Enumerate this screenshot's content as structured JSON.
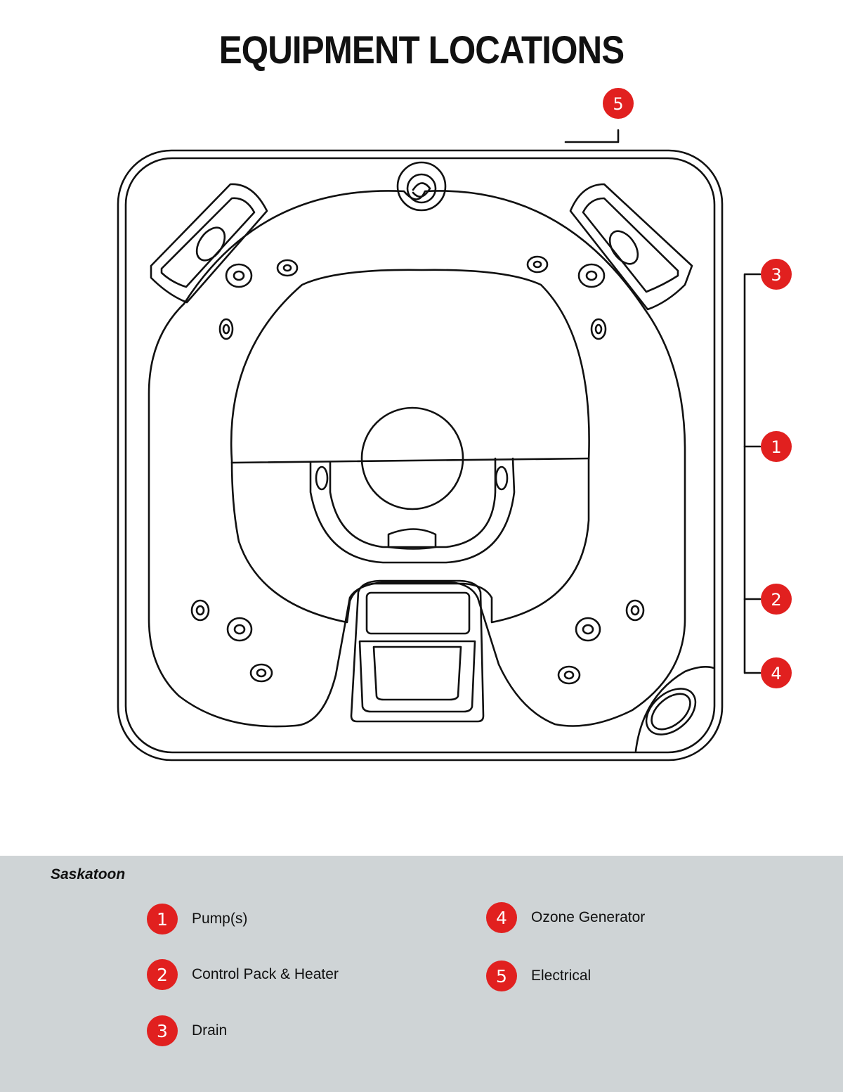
{
  "title": "EQUIPMENT LOCATIONS",
  "model": "Saskatoon",
  "accent_color": "#e1201f",
  "panel_color": "#cfd4d6",
  "callouts": [
    "5",
    "3",
    "1",
    "2",
    "4"
  ],
  "legend": [
    {
      "number": "1",
      "label": "Pump(s)"
    },
    {
      "number": "2",
      "label": "Control Pack & Heater"
    },
    {
      "number": "3",
      "label": "Drain"
    },
    {
      "number": "4",
      "label": "Ozone Generator"
    },
    {
      "number": "5",
      "label": "Electrical"
    }
  ]
}
